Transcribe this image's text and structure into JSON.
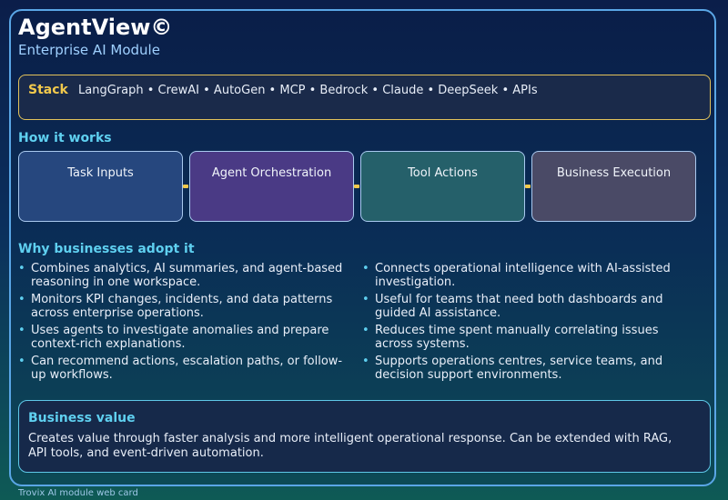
{
  "header": {
    "title": "AgentView©",
    "subtitle": "Enterprise AI Module"
  },
  "stack": {
    "label": "Stack",
    "items": "LangGraph • CrewAI • AutoGen • MCP • Bedrock • Claude • DeepSeek • APIs"
  },
  "how_it_works": {
    "heading": "How it works",
    "steps": [
      {
        "label": "Task Inputs",
        "color": "#26477e"
      },
      {
        "label": "Agent Orchestration",
        "color": "#4a3a85"
      },
      {
        "label": "Tool Actions",
        "color": "#25606a"
      },
      {
        "label": "Business Execution",
        "color": "#4a4a66"
      }
    ],
    "connector_color": "#f2c94c"
  },
  "why": {
    "heading": "Why businesses adopt it",
    "left": [
      "Combines analytics, AI summaries, and agent-based reasoning in one workspace.",
      "Monitors KPI changes, incidents, and data patterns across enterprise operations.",
      "Uses agents to investigate anomalies and prepare context-rich explanations.",
      "Can recommend actions, escalation paths, or follow-up workflows."
    ],
    "right": [
      "Connects operational intelligence with AI-assisted investigation.",
      "Useful for teams that need both dashboards and guided AI assistance.",
      "Reduces time spent manually correlating issues across systems.",
      "Supports operations centres, service teams, and decision support environments."
    ]
  },
  "value": {
    "heading": "Business value",
    "text": "Creates value through faster analysis and more intelligent operational response. Can be extended with RAG, API tools, and event-driven automation."
  },
  "footer": {
    "text": "Trovix AI module web card"
  },
  "colors": {
    "accent": "#5fd0f0",
    "gold": "#f2c94c",
    "card_border": "#5aa6e6"
  }
}
